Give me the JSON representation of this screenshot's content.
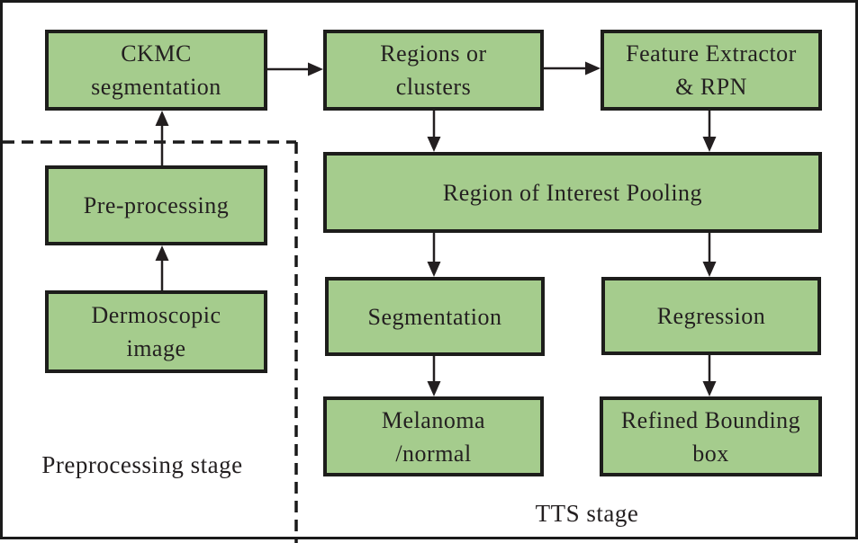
{
  "figure": {
    "type": "flowchart",
    "description_visible_stages": [
      "Preprocessing stage",
      "TTS stage"
    ]
  },
  "colors": {
    "node_fill": "#a5cc8d",
    "node_border": "#1d1d1b",
    "line": "#231f20",
    "background": "#ffffff"
  },
  "stage_labels": {
    "preprocessing": "Preprocessing stage",
    "tts": "TTS stage"
  },
  "nodes": {
    "ckmc": {
      "lines": [
        "CKMC",
        "segmentation"
      ]
    },
    "regions": {
      "lines": [
        "Regions or",
        "clusters"
      ]
    },
    "feature": {
      "lines": [
        "Feature Extractor",
        "& RPN"
      ]
    },
    "roi": {
      "lines": [
        "Region of Interest Pooling"
      ]
    },
    "preprocessing": {
      "lines": [
        "Pre-processing"
      ]
    },
    "dermoscopic": {
      "lines": [
        "Dermoscopic",
        "image"
      ]
    },
    "segmentation": {
      "lines": [
        "Segmentation"
      ]
    },
    "regression": {
      "lines": [
        "Regression"
      ]
    },
    "melanoma": {
      "lines": [
        "Melanoma",
        "/normal"
      ]
    },
    "refined": {
      "lines": [
        "Refined Bounding",
        "box"
      ]
    }
  }
}
